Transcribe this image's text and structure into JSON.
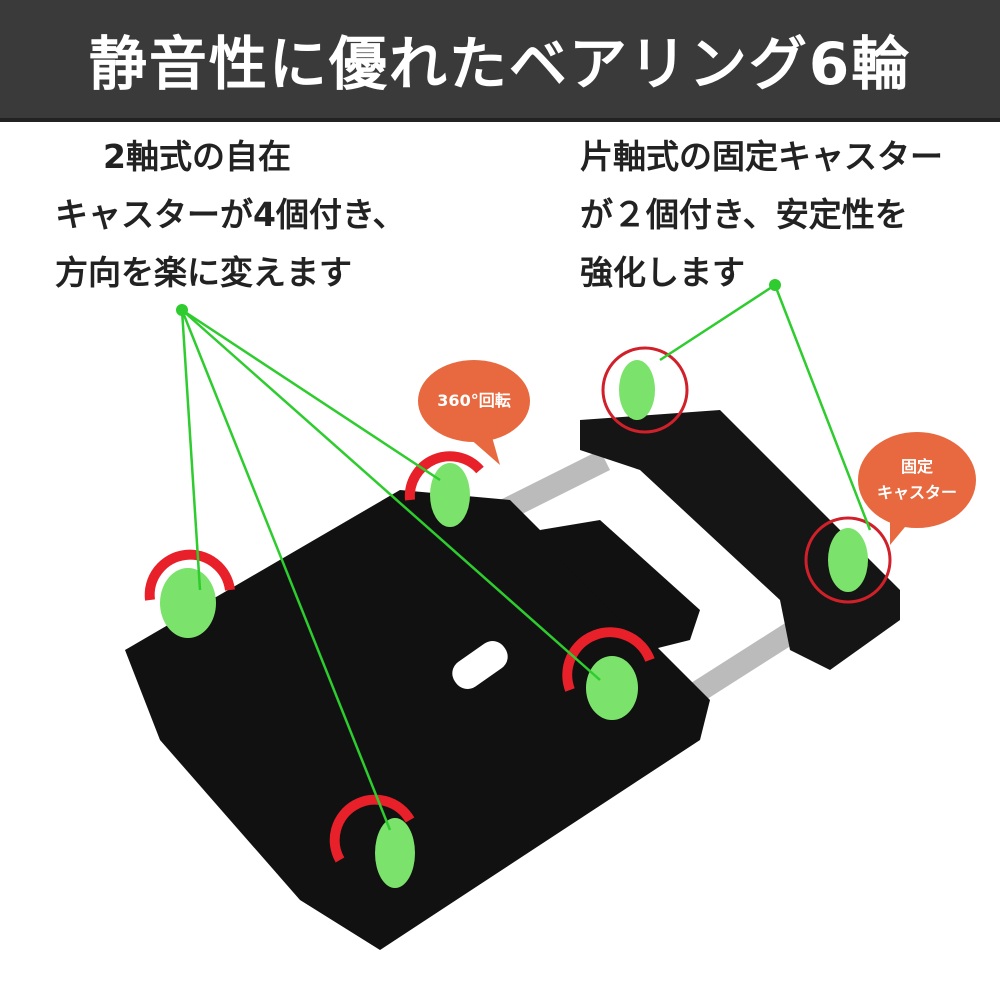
{
  "header": {
    "title": "静音性に優れたベアリング6輪"
  },
  "left_text": {
    "lines": [
      "2軸式の自在",
      "キャスターが4個付き、",
      "方向を楽に変えます"
    ]
  },
  "right_text": {
    "lines": [
      "片軸式の固定キャスター",
      "が２個付き、安定性を",
      "強化します"
    ]
  },
  "bubbles": {
    "rotate": "360°回転",
    "fixed_line1": "固定",
    "fixed_line2": "キャスター"
  },
  "colors": {
    "header_bg": "#3a3a3a",
    "line": "#2ecc2e",
    "bubble": "#e8693f",
    "ring": "#d0202a",
    "wheel": "#7be36b"
  }
}
